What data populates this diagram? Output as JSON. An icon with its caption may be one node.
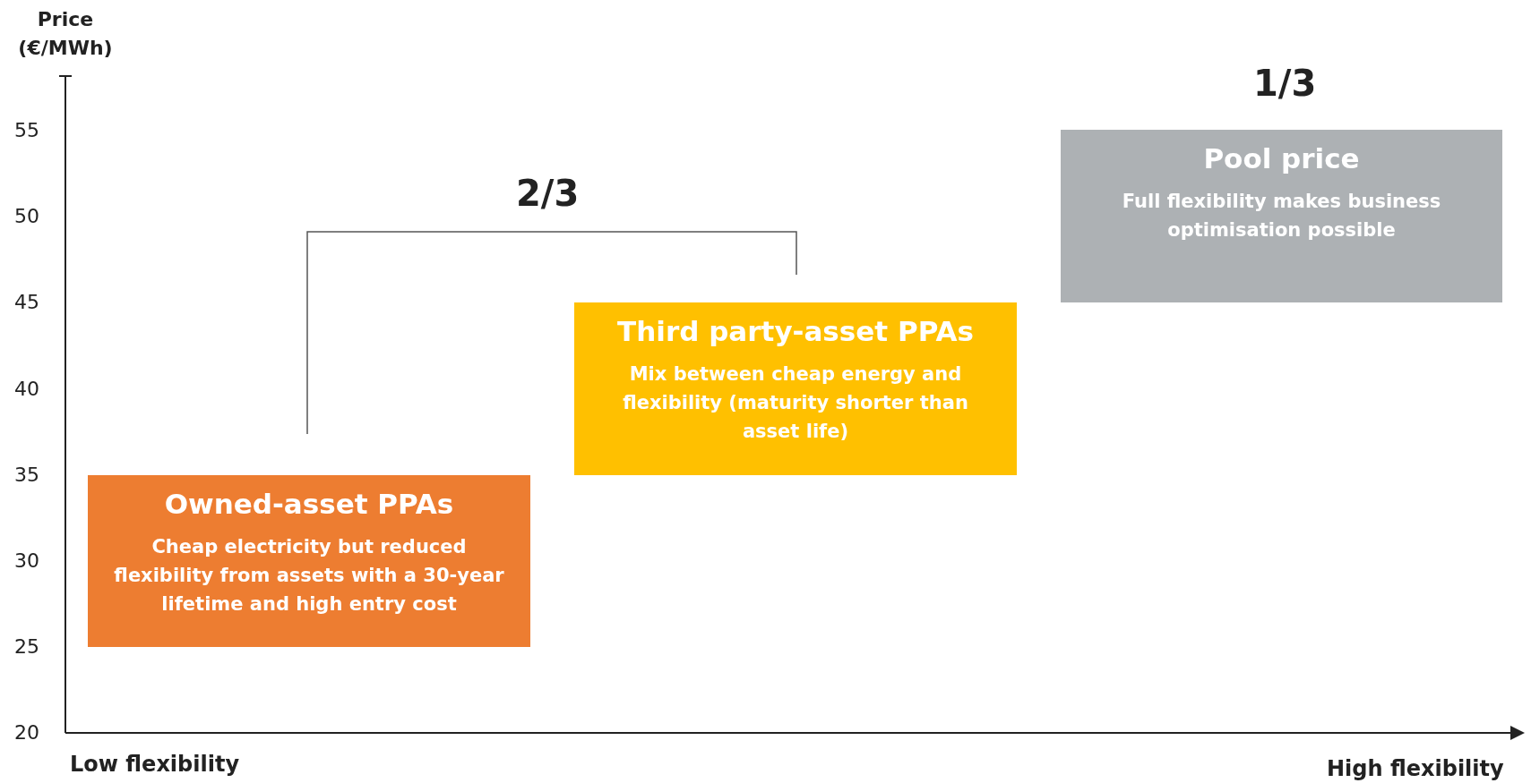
{
  "diagram": {
    "nodes": [
      {
        "text": [
          "Owned-asset PPAs",
          "Cheap electricity but reduced flexibility from assets with a 30-year lifetime and high entry cost"
        ]
      },
      {
        "text": [
          "Third party-asset PPAs",
          "Mix between cheap energy and flexibility (maturity shorter than asset life)"
        ]
      },
      {
        "text": [
          "Pool price",
          "Full flexibility makes business optimisation possible"
        ]
      }
    ],
    "edges": [],
    "labels": [
      "Price (€/MWh)",
      "1/3",
      "55",
      "2/3",
      "50",
      "45",
      "40",
      "35",
      "30",
      "25",
      "20",
      "Low flexibility",
      "High flexibility"
    ]
  }
}
